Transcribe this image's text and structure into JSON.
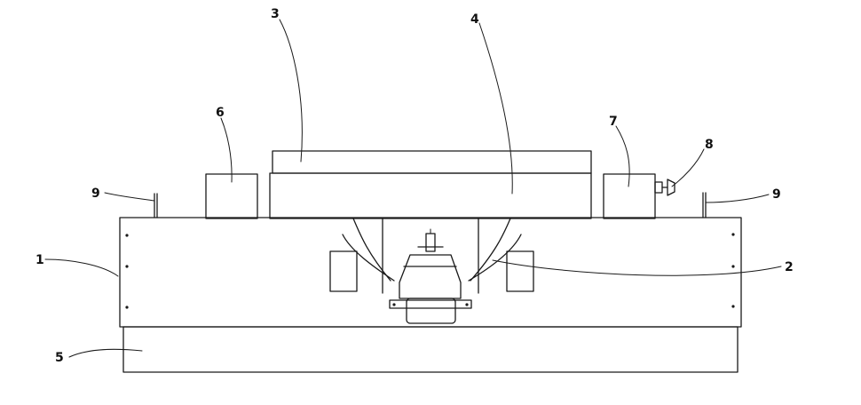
{
  "labels": {
    "l1": "1",
    "l2": "2",
    "l3": "3",
    "l4": "4",
    "l5": "5",
    "l6": "6",
    "l7": "7",
    "l8": "8",
    "l9_left": "9",
    "l9_right": "9"
  },
  "colors": {
    "line": "#1a1a1a",
    "background": "#ffffff"
  }
}
